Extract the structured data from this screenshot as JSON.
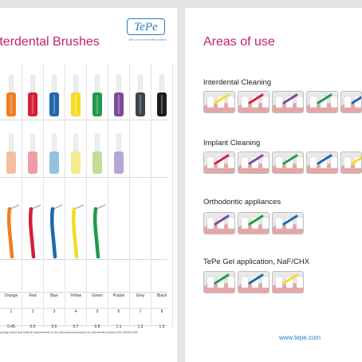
{
  "left": {
    "title": "Interdental Brushes",
    "colors": [
      {
        "name": "Orange",
        "size": "1",
        "diameter": "0.45",
        "hex": "#f07d22"
      },
      {
        "name": "Red",
        "size": "2",
        "diameter": "0.5",
        "hex": "#d41f36"
      },
      {
        "name": "Blue",
        "size": "3",
        "diameter": "0.6",
        "hex": "#1f68ad"
      },
      {
        "name": "Yellow",
        "size": "4",
        "diameter": "0.7",
        "hex": "#f4dc22"
      },
      {
        "name": "Green",
        "size": "5",
        "diameter": "0.8",
        "hex": "#1e9a4a"
      },
      {
        "name": "Purple",
        "size": "6",
        "diameter": "1.1",
        "hex": "#7c4a9c"
      },
      {
        "name": "Grey",
        "size": "7",
        "diameter": "1.3",
        "hex": "#3c4249"
      },
      {
        "name": "Black",
        "size": "8",
        "diameter": "1.5",
        "hex": "#1b1b1b"
      }
    ],
    "extra_soft_colors": [
      "#f4bf9f",
      "#f09ca7",
      "#8fc3e0",
      "#f6ec8e",
      "#c2dc9a",
      "#b6a6d8"
    ],
    "angle_colors": [
      "#f07d22",
      "#d41f36",
      "#1f68ad",
      "#f4dc22",
      "#1e9a4a"
    ],
    "footnote": "quality tested and fulfill all requirements of the international standard for interdental brushes ISO 16409:2006."
  },
  "logo": {
    "brand": "TePe",
    "tagline": "We care for healthy smiles"
  },
  "right": {
    "title": "Areas of use",
    "sections": [
      {
        "heading": "Interdental Cleaning",
        "tiles": 5
      },
      {
        "heading": "Implant Cleaning",
        "tiles": 5
      },
      {
        "heading": "Orthodontic appliances",
        "tiles": 3
      },
      {
        "heading": "TePe Gel application, NaF/CHX",
        "tiles": 3
      }
    ],
    "url": "www.tepe.com"
  }
}
